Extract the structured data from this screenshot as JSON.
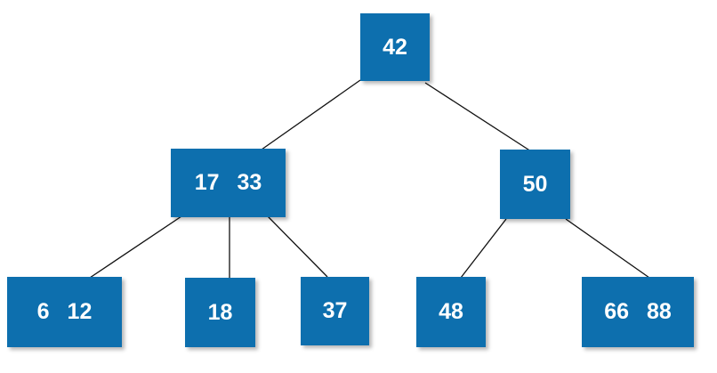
{
  "tree": {
    "root": {
      "keys": [
        "42"
      ]
    },
    "internal": [
      {
        "keys": [
          "17",
          "33"
        ]
      },
      {
        "keys": [
          "50"
        ]
      }
    ],
    "leaves": [
      {
        "keys": [
          "6",
          "12"
        ]
      },
      {
        "keys": [
          "18"
        ]
      },
      {
        "keys": [
          "37"
        ]
      },
      {
        "keys": [
          "48"
        ]
      },
      {
        "keys": [
          "66",
          "88"
        ]
      }
    ]
  },
  "colors": {
    "node_fill": "#0d6fae",
    "node_text": "#ffffff",
    "edge": "#111111"
  }
}
